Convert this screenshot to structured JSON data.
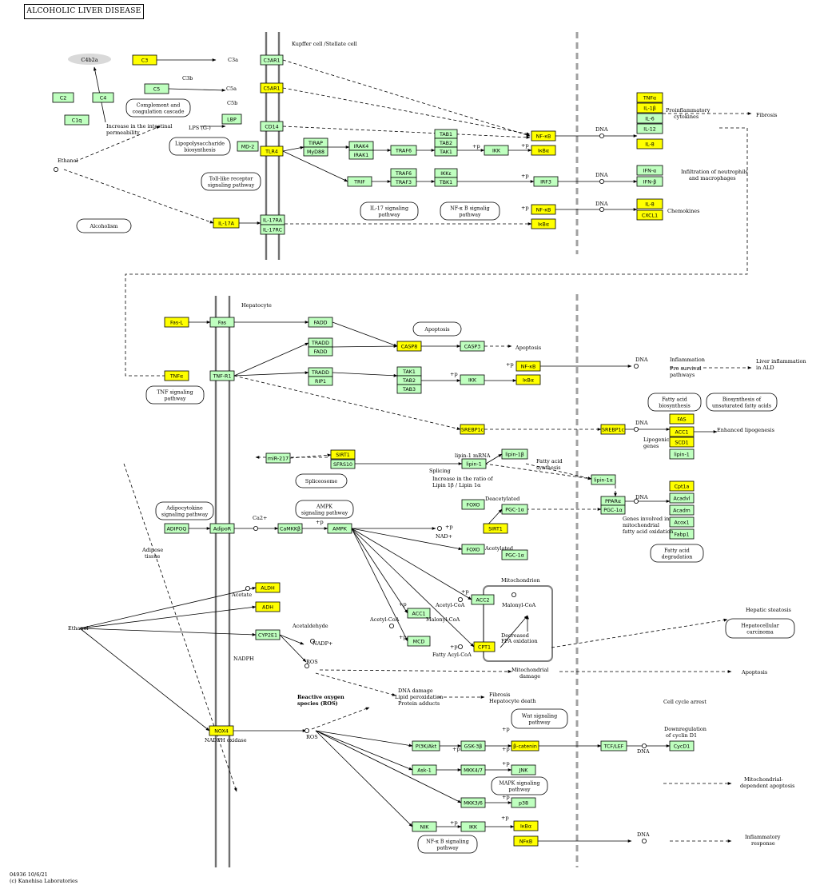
{
  "title": "ALCOHOLIC LIVER DISEASE",
  "footer": {
    "line1": "04936 10/6/21",
    "line2": "(c) Kanehisa Laboratories"
  },
  "colors": {
    "gene_green": "#bfffbf",
    "gene_yellow": "#ffff00",
    "border": "#000000",
    "membrane": "#707070",
    "dashed_wall": "#a0a0a0"
  },
  "genes": [
    {
      "id": "c3",
      "label": "C3",
      "c": "y"
    },
    {
      "id": "c5",
      "label": "C5",
      "c": "g"
    },
    {
      "id": "c2",
      "label": "C2",
      "c": "g"
    },
    {
      "id": "c4",
      "label": "C4",
      "c": "g"
    },
    {
      "id": "c1q",
      "label": "C1q",
      "c": "g"
    },
    {
      "id": "lbp",
      "label": "LBP",
      "c": "g"
    },
    {
      "id": "md2",
      "label": "MD-2",
      "c": "g"
    },
    {
      "id": "c3ar1",
      "label": "C3AR1",
      "c": "g"
    },
    {
      "id": "c5ar1",
      "label": "C5AR1",
      "c": "y"
    },
    {
      "id": "cd14",
      "label": "CD14",
      "c": "g"
    },
    {
      "id": "tlr4",
      "label": "TLR4",
      "c": "y"
    },
    {
      "id": "il17a",
      "label": "IL-17A",
      "c": "y"
    },
    {
      "id": "il17ra",
      "label": "IL-17RA",
      "c": "g"
    },
    {
      "id": "il17rc",
      "label": "IL-17RC",
      "c": "g"
    },
    {
      "id": "tirap",
      "label": "TIRAP",
      "c": "g"
    },
    {
      "id": "myd88",
      "label": "MyD88",
      "c": "g"
    },
    {
      "id": "irak4",
      "label": "IRAK4",
      "c": "g"
    },
    {
      "id": "irak1",
      "label": "IRAK1",
      "c": "g"
    },
    {
      "id": "traf6a",
      "label": "TRAF6",
      "c": "g"
    },
    {
      "id": "tab1a",
      "label": "TAB1",
      "c": "g"
    },
    {
      "id": "tab2a",
      "label": "TAB2",
      "c": "g"
    },
    {
      "id": "tak1a",
      "label": "TAK1",
      "c": "g"
    },
    {
      "id": "ikka",
      "label": "IKK",
      "c": "g"
    },
    {
      "id": "trif",
      "label": "TRIF",
      "c": "g"
    },
    {
      "id": "traf6b",
      "label": "TRAF6",
      "c": "g"
    },
    {
      "id": "traf3",
      "label": "TRAF3",
      "c": "g"
    },
    {
      "id": "ikke",
      "label": "IKKε",
      "c": "g"
    },
    {
      "id": "tbk1",
      "label": "TBK1",
      "c": "g"
    },
    {
      "id": "irf3",
      "label": "IRF3",
      "c": "g"
    },
    {
      "id": "nfkb1",
      "label": "NF-κB",
      "c": "y"
    },
    {
      "id": "ikba1",
      "label": "IκBα",
      "c": "y"
    },
    {
      "id": "nfkb2",
      "label": "NF-κB",
      "c": "y"
    },
    {
      "id": "ikba2",
      "label": "IκBα",
      "c": "y"
    },
    {
      "id": "tnfa1",
      "label": "TNFα",
      "c": "y"
    },
    {
      "id": "il1b",
      "label": "IL-1β",
      "c": "y"
    },
    {
      "id": "il6",
      "label": "IL-6",
      "c": "g"
    },
    {
      "id": "il12",
      "label": "IL-12",
      "c": "g"
    },
    {
      "id": "il8a",
      "label": "IL-8",
      "c": "y"
    },
    {
      "id": "ifna",
      "label": "IFN-α",
      "c": "g"
    },
    {
      "id": "ifnb",
      "label": "IFN-β",
      "c": "g"
    },
    {
      "id": "il8b",
      "label": "IL-8",
      "c": "y"
    },
    {
      "id": "cxcl1",
      "label": "CXCL1",
      "c": "y"
    },
    {
      "id": "fasl",
      "label": "Fas-L",
      "c": "y"
    },
    {
      "id": "fas",
      "label": "Fas",
      "c": "g"
    },
    {
      "id": "fadd1",
      "label": "FADD",
      "c": "g"
    },
    {
      "id": "tradd1",
      "label": "TRADD",
      "c": "g"
    },
    {
      "id": "fadd2",
      "label": "FADD",
      "c": "g"
    },
    {
      "id": "casp8",
      "label": "CASP8",
      "c": "y"
    },
    {
      "id": "casp3",
      "label": "CASP3",
      "c": "g"
    },
    {
      "id": "tnfa2",
      "label": "TNFα",
      "c": "y"
    },
    {
      "id": "tnfr1",
      "label": "TNF-R1",
      "c": "g"
    },
    {
      "id": "tradd2",
      "label": "TRADD",
      "c": "g"
    },
    {
      "id": "rip1",
      "label": "RIP1",
      "c": "g"
    },
    {
      "id": "tak1b",
      "label": "TAK1",
      "c": "g"
    },
    {
      "id": "tab2b",
      "label": "TAB2",
      "c": "g"
    },
    {
      "id": "tab3",
      "label": "TAB3",
      "c": "g"
    },
    {
      "id": "ikkb",
      "label": "IKK",
      "c": "g"
    },
    {
      "id": "nfkb3",
      "label": "NF-κB",
      "c": "y"
    },
    {
      "id": "ikba3",
      "label": "IκBα",
      "c": "y"
    },
    {
      "id": "srebp1",
      "label": "SREBP1c",
      "c": "y"
    },
    {
      "id": "srebp2",
      "label": "SREBP1c",
      "c": "y"
    },
    {
      "id": "fasn",
      "label": "FAS",
      "c": "y"
    },
    {
      "id": "acc1a",
      "label": "ACC1",
      "c": "y"
    },
    {
      "id": "scd1",
      "label": "SCD1",
      "c": "y"
    },
    {
      "id": "lipin1c",
      "label": "lipin-1",
      "c": "g"
    },
    {
      "id": "mir217",
      "label": "miR-217",
      "c": "g"
    },
    {
      "id": "sirt1a",
      "label": "SIRT1",
      "c": "y"
    },
    {
      "id": "sfrs10",
      "label": "SFRS10",
      "c": "g"
    },
    {
      "id": "lipin1a",
      "label": "lipin-1",
      "c": "g"
    },
    {
      "id": "lipin1b",
      "label": "lipin-1β",
      "c": "g"
    },
    {
      "id": "lipin1alpha",
      "label": "lipin-1α",
      "c": "g"
    },
    {
      "id": "foxo1",
      "label": "FOXO",
      "c": "g"
    },
    {
      "id": "pgc1",
      "label": "PGC-1α",
      "c": "g"
    },
    {
      "id": "sirt1b",
      "label": "SIRT1",
      "c": "y"
    },
    {
      "id": "foxo2",
      "label": "FOXO",
      "c": "g"
    },
    {
      "id": "pgc2",
      "label": "PGC-1α",
      "c": "g"
    },
    {
      "id": "ppara",
      "label": "PPARα",
      "c": "g"
    },
    {
      "id": "pgc3",
      "label": "PGC-1α",
      "c": "g"
    },
    {
      "id": "cpt1a",
      "label": "Cpt1a",
      "c": "y"
    },
    {
      "id": "acadvl",
      "label": "Acadvl",
      "c": "g"
    },
    {
      "id": "acadm",
      "label": "Acadm",
      "c": "g"
    },
    {
      "id": "acox1",
      "label": "Acox1",
      "c": "g"
    },
    {
      "id": "fabp1",
      "label": "Fabp1",
      "c": "g"
    },
    {
      "id": "adipoq",
      "label": "ADIPOQ",
      "c": "g"
    },
    {
      "id": "adipor",
      "label": "AdipoR",
      "c": "g"
    },
    {
      "id": "camkk",
      "label": "CaMKKβ",
      "c": "g"
    },
    {
      "id": "ampk",
      "label": "AMPK",
      "c": "g"
    },
    {
      "id": "aldh",
      "label": "ALDH",
      "c": "y"
    },
    {
      "id": "adh",
      "label": "ADH",
      "c": "y"
    },
    {
      "id": "cyp2e1",
      "label": "CYP2E1",
      "c": "g"
    },
    {
      "id": "acc2",
      "label": "ACC2",
      "c": "g"
    },
    {
      "id": "acc1b",
      "label": "ACC1",
      "c": "g"
    },
    {
      "id": "mcd",
      "label": "MCD",
      "c": "g"
    },
    {
      "id": "cpt1",
      "label": "CPT1",
      "c": "y"
    },
    {
      "id": "nox4",
      "label": "NOX4",
      "c": "y"
    },
    {
      "id": "pi3k",
      "label": "PI3K/Akt",
      "c": "g"
    },
    {
      "id": "gsk3b",
      "label": "GSK-3β",
      "c": "g"
    },
    {
      "id": "bcat",
      "label": "β-catenin",
      "c": "y"
    },
    {
      "id": "tcflef",
      "label": "TCF/LEF",
      "c": "g"
    },
    {
      "id": "cycd1",
      "label": "CycD1",
      "c": "g"
    },
    {
      "id": "ask1",
      "label": "Ask-1",
      "c": "g"
    },
    {
      "id": "mkk47",
      "label": "MKK4/7",
      "c": "g"
    },
    {
      "id": "jnk",
      "label": "JNK",
      "c": "g"
    },
    {
      "id": "mkk36",
      "label": "MKK3/6",
      "c": "g"
    },
    {
      "id": "p38",
      "label": "p38",
      "c": "g"
    },
    {
      "id": "nik",
      "label": "NIK",
      "c": "g"
    },
    {
      "id": "ikkc",
      "label": "IKK",
      "c": "g"
    },
    {
      "id": "ikba4",
      "label": "IκBα",
      "c": "y"
    },
    {
      "id": "nfkb4",
      "label": "NFκB",
      "c": "y"
    }
  ],
  "pathways": [
    {
      "id": "compl",
      "lines": [
        "Complement and",
        "coagulation cascade"
      ]
    },
    {
      "id": "lps",
      "lines": [
        "Lipopolysaccharide",
        "biosynthesis"
      ]
    },
    {
      "id": "tlrp",
      "lines": [
        "Toll-like receptor",
        "signaling pathway"
      ]
    },
    {
      "id": "alco",
      "lines": [
        "Alcoholism"
      ]
    },
    {
      "id": "il17p",
      "lines": [
        "IL-17 signaling",
        "pathway"
      ]
    },
    {
      "id": "nfkbp1",
      "lines": [
        "NF-κ B signalig",
        "pathway"
      ]
    },
    {
      "id": "apop",
      "lines": [
        "Apoptosis"
      ]
    },
    {
      "id": "tnfp",
      "lines": [
        "TNF signaling",
        "pathway"
      ]
    },
    {
      "id": "fab",
      "lines": [
        "Fatty acid",
        "biosynthesis"
      ]
    },
    {
      "id": "bufa",
      "lines": [
        "Biosynthesis of",
        "unsaturated fatty acids"
      ]
    },
    {
      "id": "splice",
      "lines": [
        "Spliceosome"
      ]
    },
    {
      "id": "adipop",
      "lines": [
        "Adipocytokine",
        "signaling pathway"
      ]
    },
    {
      "id": "ampkp",
      "lines": [
        "AMPK",
        "signaling pathway"
      ]
    },
    {
      "id": "fadeg",
      "lines": [
        "Fatty acid",
        "degradation"
      ]
    },
    {
      "id": "hcc",
      "lines": [
        "Hepatocellular",
        "carcinoma"
      ]
    },
    {
      "id": "wnt",
      "lines": [
        "Wnt signaling",
        "pathway"
      ]
    },
    {
      "id": "mapk",
      "lines": [
        "MAPK signaling",
        "pathway"
      ]
    },
    {
      "id": "nfkbp2",
      "lines": [
        "NF-κ B signaling",
        "pathway"
      ]
    }
  ],
  "labels": [
    {
      "id": "c4b2a",
      "text": "C4b2a"
    },
    {
      "id": "kupffer",
      "text": "Kupffer cell /Stellate cell"
    },
    {
      "id": "c3a",
      "text": "C3a"
    },
    {
      "id": "c3b",
      "text": "C3b"
    },
    {
      "id": "c5a",
      "text": "C5a"
    },
    {
      "id": "c5b",
      "text": "C5b"
    },
    {
      "id": "incr1",
      "text": "Increase in the intestinal"
    },
    {
      "id": "incr2",
      "text": "permeability"
    },
    {
      "id": "lpsg",
      "text": "LPS (G-)"
    },
    {
      "id": "ethanol1",
      "text": "Ethanol"
    },
    {
      "id": "dna1",
      "text": "DNA"
    },
    {
      "id": "dna2",
      "text": "DNA"
    },
    {
      "id": "dna3",
      "text": "DNA"
    },
    {
      "id": "procyto1",
      "text": "Proinflammatory"
    },
    {
      "id": "procyto2",
      "text": "cytokines"
    },
    {
      "id": "fibrosis1",
      "text": "Fibrosis"
    },
    {
      "id": "infil1",
      "text": "Infiltration of neutrophils"
    },
    {
      "id": "infil2",
      "text": "and macrophages"
    },
    {
      "id": "chemo",
      "text": "Chemokines"
    },
    {
      "id": "hepatocyte",
      "text": "Hepatocyte"
    },
    {
      "id": "apoptosis1",
      "text": "Apoptosis"
    },
    {
      "id": "dna4",
      "text": "DNA"
    },
    {
      "id": "inflam",
      "text": "Inflammation"
    },
    {
      "id": "prosurv1",
      "text": "Pro survival"
    },
    {
      "id": "prosurv2",
      "text": "pathways"
    },
    {
      "id": "liverinf1",
      "text": "Liver inflammation"
    },
    {
      "id": "liverinf2",
      "text": "in ALD"
    },
    {
      "id": "dna5",
      "text": "DNA"
    },
    {
      "id": "lipog1",
      "text": "Lipogenic"
    },
    {
      "id": "lipog2",
      "text": "genes"
    },
    {
      "id": "enhlip",
      "text": "Enhanced lipogenesis"
    },
    {
      "id": "lipinmrna",
      "text": "lipin-1 mRNA"
    },
    {
      "id": "fasynth1",
      "text": "Fatty acid"
    },
    {
      "id": "fasynth2",
      "text": "synthesis"
    },
    {
      "id": "splicing",
      "text": "Splicing"
    },
    {
      "id": "incratio1",
      "text": "Increase in the ratio of"
    },
    {
      "id": "incratio2",
      "text": "Lipin 1β / Lipin 1α"
    },
    {
      "id": "deacet",
      "text": "Deacetylated"
    },
    {
      "id": "dna6",
      "text": "DNA"
    },
    {
      "id": "genesinv1",
      "text": "Genes involved in"
    },
    {
      "id": "genesinv2",
      "text": "mitochondrial"
    },
    {
      "id": "genesinv3",
      "text": "fatty acid oxidation"
    },
    {
      "id": "ca2",
      "text": "Ca2+"
    },
    {
      "id": "nadplus",
      "text": "NAD+"
    },
    {
      "id": "acetylated",
      "text": "Acetylated"
    },
    {
      "id": "adipose1",
      "text": "Adipose"
    },
    {
      "id": "adipose2",
      "text": "tissue"
    },
    {
      "id": "acetate",
      "text": "Acetate"
    },
    {
      "id": "mito",
      "text": "Mitochondrion"
    },
    {
      "id": "acetylcoa1",
      "text": "Acetyl-CoA"
    },
    {
      "id": "malonylcoa1",
      "text": "Malonyl-CoA"
    },
    {
      "id": "acetylcoa2",
      "text": "Acetyl-CoA"
    },
    {
      "id": "malonylcoa2",
      "text": "Malonyl-CoA"
    },
    {
      "id": "acetald",
      "text": "Acetaldehyde"
    },
    {
      "id": "nadp",
      "text": "NADP+"
    },
    {
      "id": "nadph",
      "text": "NADPH"
    },
    {
      "id": "ethanol2",
      "text": "Ethanol"
    },
    {
      "id": "decr1",
      "text": "Decreased"
    },
    {
      "id": "decr2",
      "text": "FFA oxidation"
    },
    {
      "id": "fattyacylcoa",
      "text": "Fatty Acyl-CoA"
    },
    {
      "id": "hepsteat",
      "text": "Hepatic steatosis"
    },
    {
      "id": "ros1",
      "text": "ROS"
    },
    {
      "id": "mitodmg1",
      "text": "Mitochondrial"
    },
    {
      "id": "mitodmg2",
      "text": "damage"
    },
    {
      "id": "apoptosis2",
      "text": "Apoptosis"
    },
    {
      "id": "reactive1",
      "text": "Reactive oxygen"
    },
    {
      "id": "reactive2",
      "text": "species (ROS)"
    },
    {
      "id": "dnadmg1",
      "text": "DNA damage"
    },
    {
      "id": "dnadmg2",
      "text": "Lipid peroxidation"
    },
    {
      "id": "dnadmg3",
      "text": "Protein adducts"
    },
    {
      "id": "fibrosis2a",
      "text": "Fibrosis"
    },
    {
      "id": "fibrosis2b",
      "text": "Hepatocyte death"
    },
    {
      "id": "cellcycle",
      "text": "Cell cycle arrest"
    },
    {
      "id": "downreg1",
      "text": "Downregulation"
    },
    {
      "id": "downreg2",
      "text": "of cyclin D1"
    },
    {
      "id": "nadphox",
      "text": "NADPH oxidase"
    },
    {
      "id": "ros2",
      "text": "ROS"
    },
    {
      "id": "dna7",
      "text": "DNA"
    },
    {
      "id": "mitodep1",
      "text": "Mitochondrial-"
    },
    {
      "id": "mitodep2",
      "text": "dependent apoptosis"
    },
    {
      "id": "dna8",
      "text": "DNA"
    },
    {
      "id": "inflresp1",
      "text": "Inflammatory"
    },
    {
      "id": "inflresp2",
      "text": "response"
    },
    {
      "id": "p1",
      "text": "+p"
    },
    {
      "id": "p2",
      "text": "+p"
    },
    {
      "id": "p3",
      "text": "+p"
    },
    {
      "id": "p4",
      "text": "+p"
    },
    {
      "id": "p5",
      "text": "+p"
    },
    {
      "id": "p6",
      "text": "+p"
    },
    {
      "id": "p7",
      "text": "+p"
    },
    {
      "id": "p8",
      "text": "+p"
    },
    {
      "id": "p9",
      "text": "+p"
    },
    {
      "id": "p10",
      "text": "+p"
    },
    {
      "id": "p11",
      "text": "+p"
    },
    {
      "id": "p12",
      "text": "+p"
    },
    {
      "id": "p13",
      "text": "+p"
    },
    {
      "id": "p14",
      "text": "+p"
    },
    {
      "id": "p15",
      "text": "+p"
    },
    {
      "id": "p16",
      "text": "+p"
    },
    {
      "id": "p17",
      "text": "+p"
    },
    {
      "id": "p18",
      "text": "+p"
    },
    {
      "id": "p19",
      "text": "+p"
    }
  ]
}
